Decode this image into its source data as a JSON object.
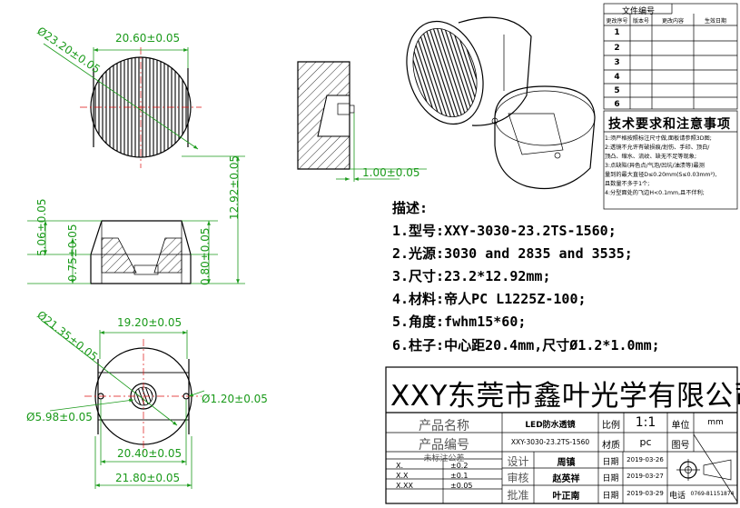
{
  "revision_table": {
    "title": "文件编号",
    "headers": [
      "更改序号",
      "版本号",
      "更改内容",
      "生效日期"
    ],
    "rows": [
      "1",
      "2",
      "3",
      "4",
      "5",
      "6"
    ]
  },
  "tech_requirements": {
    "title": "技术要求和注意事项",
    "items": [
      "1:须严格按照标注尺寸做,面板请参照3D图;",
      "2:透镜不允许有破损痕/划伤、手印、顶白/",
      "顶凸、缩水、流纹、缺无不足等现象;",
      "3:点缺陷(异色点/气泡/凹坑/油渍等)最测",
      "量到的最大直径D≤0.20mm(S≤0.03mm²),",
      "且数量不多于1个;",
      "4:分型面处的飞边H<0.1mm,且不伴利;"
    ]
  },
  "dimensions": {
    "top_diameter": "Ø23.20±0.05",
    "top_width": "20.60±0.05",
    "side_offset": "1.00±0.05",
    "front_height_total": "12.92±0.05",
    "front_height_left": "5.06±0.05",
    "front_step_left": "0.75±0.05",
    "front_step_right": "0.80±0.05",
    "bottom_diameter": "Ø21.35±0.05",
    "bottom_width_top": "19.20±0.05",
    "center_diameter": "Ø5.98±0.05",
    "pin_diameter": "Ø1.20±0.05",
    "bottom_width_pins": "20.40±0.05",
    "bottom_width_total": "21.80±0.05"
  },
  "description": {
    "title": "描述:",
    "lines": [
      "1.型号:XXY-3030-23.2TS-1560;",
      "2.光源:3030 and 2835 and 3535;",
      "3.尺寸:23.2*12.92mm;",
      "4.材料:帝人PC L1225Z-100;",
      "5.角度:fwhm15*60;",
      "6.柱子:中心距20.4mm,尺寸Ø1.2*1.0mm;"
    ]
  },
  "title_block": {
    "company": "XXY东莞市鑫叶光学有限公司",
    "product_name_label": "产品名称",
    "product_name": "LED防水透镜",
    "product_code_label": "产品编号",
    "product_code": "XXY-3030-23.2TS-1560",
    "ratio_label": "比例",
    "ratio": "1:1",
    "unit_label": "单位",
    "unit": "mm",
    "material_label": "材质",
    "material": "pc",
    "drawing_no_label": "图号",
    "tolerance_title": "未标注公差",
    "tolerances": [
      {
        "fmt": "X.",
        "val": "±0.2"
      },
      {
        "fmt": "X.X",
        "val": "±0.1"
      },
      {
        "fmt": "X.XX",
        "val": "±0.05"
      }
    ],
    "design_label": "设计",
    "designer": "周镇",
    "review_label": "审核",
    "reviewer": "赵英祥",
    "approve_label": "批准",
    "approver": "叶正南",
    "date_label": "日期",
    "dates": [
      "2019-03-26",
      "2019-03-27",
      "2019-03-29"
    ],
    "phone_label": "电话",
    "phone": "0769-81151874"
  }
}
